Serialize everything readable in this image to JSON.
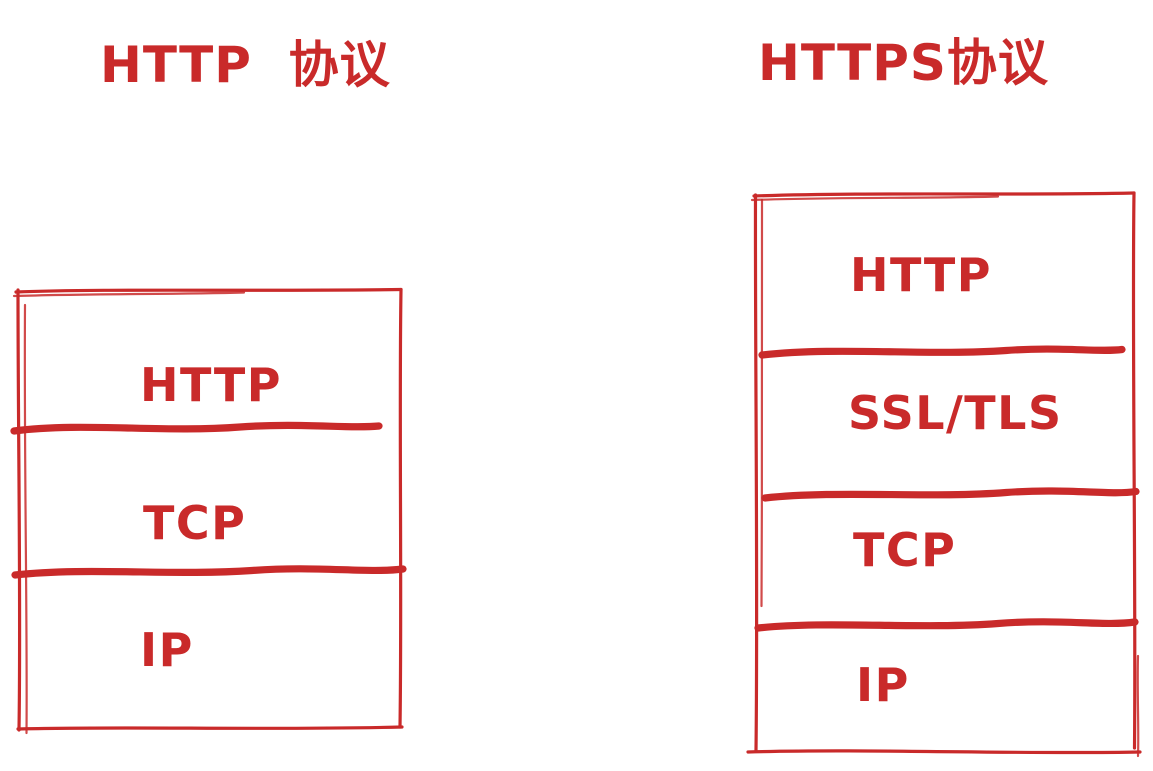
{
  "colors": {
    "ink": "#c92a2a",
    "canvas": "#ffffff"
  },
  "left_stack": {
    "title": "HTTP  协议",
    "layers": [
      "HTTP",
      "TCP",
      "IP"
    ]
  },
  "right_stack": {
    "title": "HTTPS协议",
    "layers": [
      "HTTP",
      "SSL/TLS",
      "TCP",
      "IP"
    ]
  }
}
